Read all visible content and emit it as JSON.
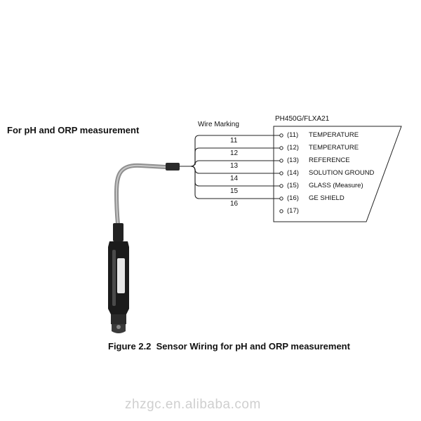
{
  "heading": "For pH and ORP measurement",
  "wire_marking_label": "Wire Marking",
  "device_label": "PH450G/FLXA21",
  "wires": [
    "11",
    "12",
    "13",
    "14",
    "15",
    "16"
  ],
  "terminals": [
    {
      "number": "(11)",
      "label": "TEMPERATURE"
    },
    {
      "number": "(12)",
      "label": "TEMPERATURE"
    },
    {
      "number": "(13)",
      "label": "REFERENCE"
    },
    {
      "number": "(14)",
      "label": "SOLUTION GROUND"
    },
    {
      "number": "(15)",
      "label": "GLASS (Measure)"
    },
    {
      "number": "(16)",
      "label": "GE SHIELD"
    },
    {
      "number": "(17)",
      "label": ""
    }
  ],
  "caption": "Figure 2.2  Sensor Wiring for pH and ORP measurement",
  "watermark": "zhzgc.en.alibaba.com",
  "colors": {
    "line": "#222222",
    "cable": "#9a9a9a",
    "sensor": "#1a1a1a"
  }
}
